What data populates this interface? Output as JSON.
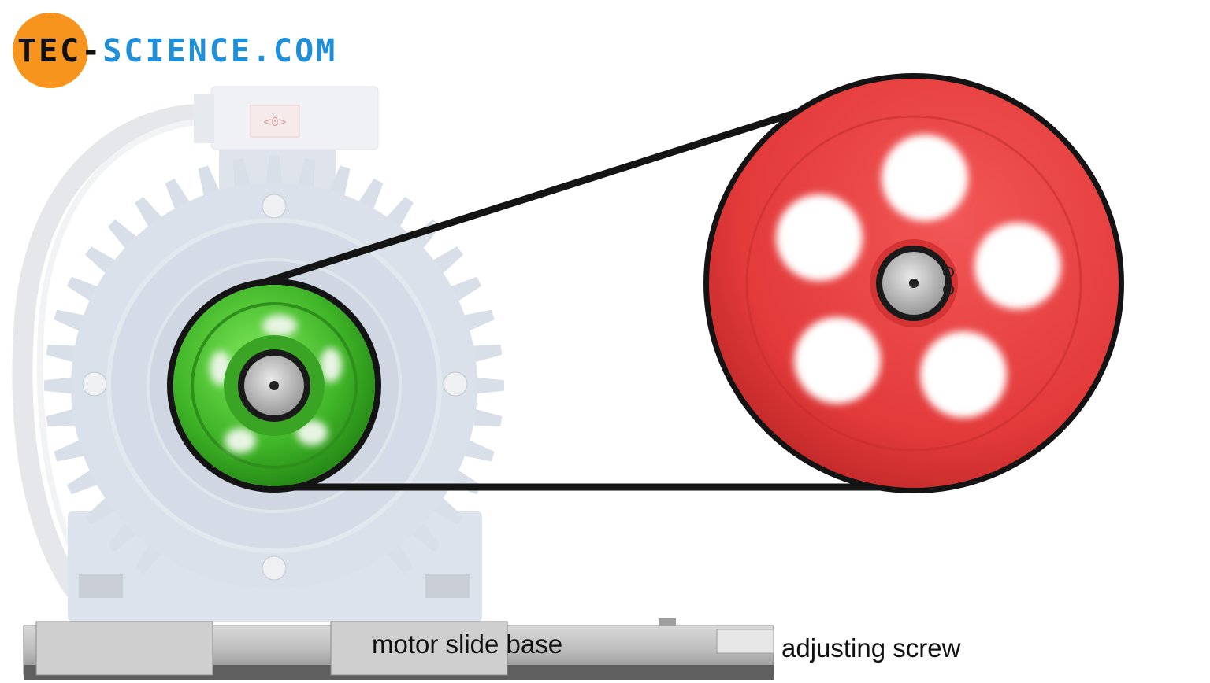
{
  "logo": {
    "part1": "TEC-",
    "part2": "SCIENCE.COM",
    "circle_color": "#f7941d",
    "text_color": "#1e8fd8"
  },
  "motor": {
    "terminal_box_label": "<0>",
    "body_color": "#dde3ee"
  },
  "pulleys": {
    "driving_color": "#3fb527",
    "driven_color": "#e33a3a",
    "belt_color": "#141414"
  },
  "labels": {
    "slide_base": "motor slide base",
    "adjusting_screw": "adjusting screw"
  }
}
